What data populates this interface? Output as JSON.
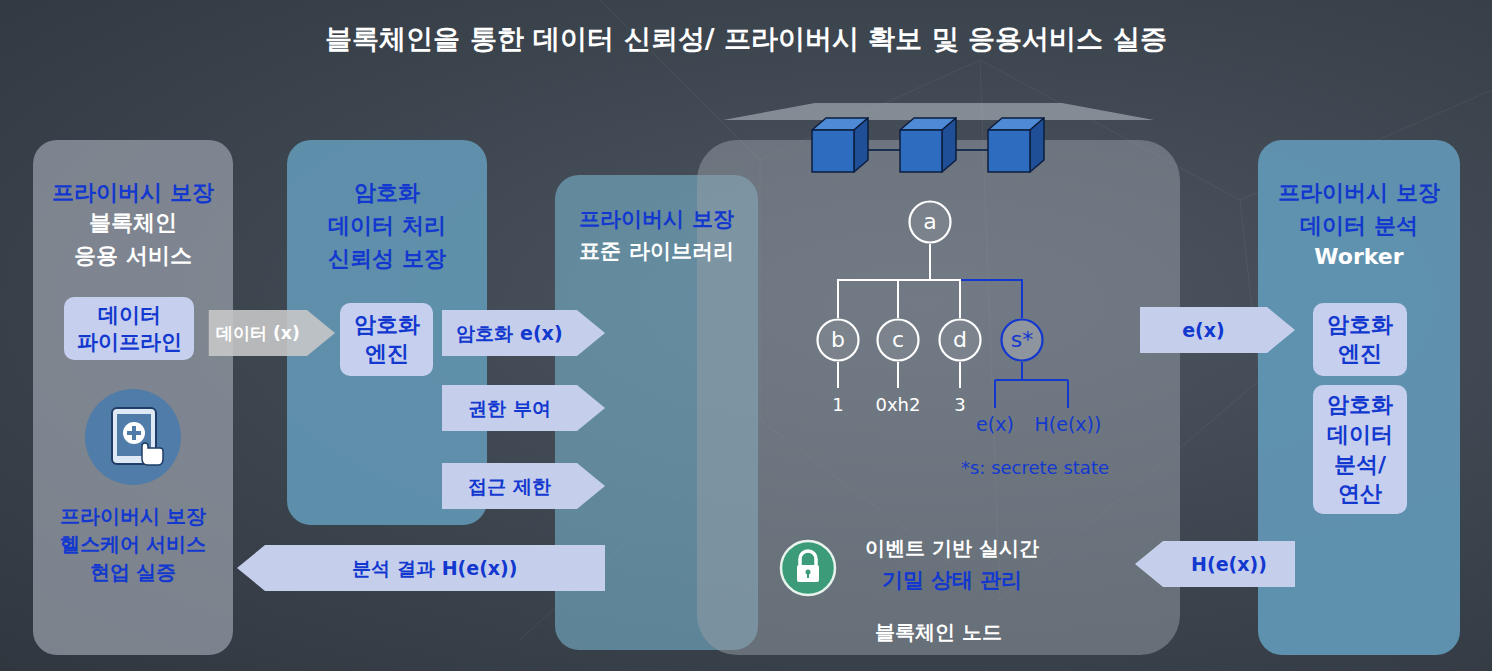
{
  "diagram": {
    "title": "블록체인을 통한 데이터 신뢰성/ 프라이버시 확보 및 응용서비스 실증",
    "nodes": [
      {
        "text": [
          "프라이버시 보장",
          "블록체인 응용 서비스",
          "프라이버시 보장 헬스케어 서비스 현업 실증"
        ]
      },
      {
        "text": [
          "데이터 파이프라인"
        ],
        "in": 0
      },
      {
        "text": [
          "암호화 데이터 처리 신뢰성 보장"
        ]
      },
      {
        "text": [
          "암호화 엔진"
        ],
        "in": 2
      },
      {
        "text": [
          "프라이버시 보장",
          "표준 라이브러리"
        ]
      },
      {
        "text": [
          "이벤트 기반 실시간",
          "기밀 상태 관리",
          "블록체인 노드"
        ]
      },
      {
        "text": [
          "a"
        ],
        "in": 5
      },
      {
        "text": [
          "b"
        ],
        "in": 5
      },
      {
        "text": [
          "c"
        ],
        "in": 5
      },
      {
        "text": [
          "d"
        ],
        "in": 5
      },
      {
        "text": [
          "s*"
        ],
        "in": 5
      },
      {
        "text": [
          "프라이버시 보장 데이터 분석",
          "Worker"
        ]
      },
      {
        "text": [
          "암호화 엔진"
        ],
        "in": 11
      },
      {
        "text": [
          "암호화 데이터 분석/ 연산"
        ],
        "in": 11
      }
    ],
    "edges": [
      {
        "from": 1,
        "to": 3,
        "label": "데이터 (x)",
        "arrow": "to"
      },
      {
        "from": 3,
        "to": 4,
        "label": "암호화 e(x)",
        "arrow": "to"
      },
      {
        "from": 2,
        "to": 4,
        "label": "권한 부여",
        "arrow": "to"
      },
      {
        "from": 2,
        "to": 4,
        "label": "접근 제한",
        "arrow": "to"
      },
      {
        "from": 4,
        "to": 0,
        "label": "분석 결과 H(e(x))",
        "arrow": "to"
      },
      {
        "from": 5,
        "to": 12,
        "label": "e(x)",
        "arrow": "to"
      },
      {
        "from": 11,
        "to": 5,
        "label": "H(e(x))",
        "arrow": "to"
      },
      {
        "from": 6,
        "to": 7,
        "arrow": "none"
      },
      {
        "from": 6,
        "to": 8,
        "arrow": "none"
      },
      {
        "from": 6,
        "to": 9,
        "arrow": "none"
      },
      {
        "from": 6,
        "to": 10,
        "arrow": "none"
      }
    ],
    "labels": [
      "1",
      "0xh2",
      "3",
      "e(x)",
      "H(e(x))",
      "*s: secrete state"
    ]
  }
}
